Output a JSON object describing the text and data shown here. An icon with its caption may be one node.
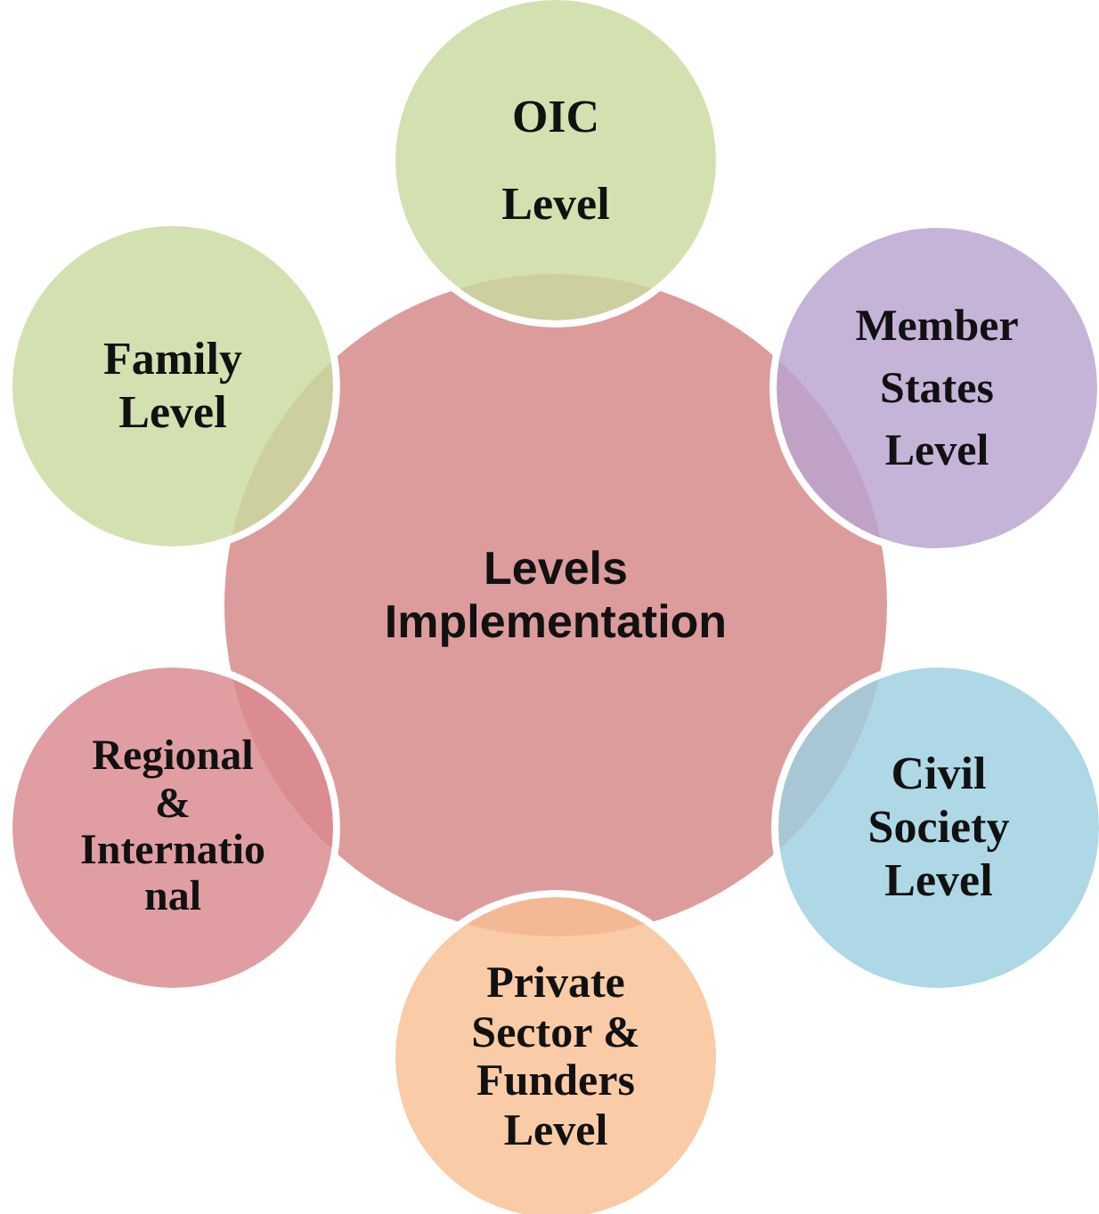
{
  "diagram": {
    "nodes": [
      {
        "text": [
          "OIC Level"
        ]
      },
      {
        "text": [
          "Family Level"
        ]
      },
      {
        "text": [
          "Member States Level"
        ]
      },
      {
        "text": [
          "Levels Implementation"
        ]
      },
      {
        "text": [
          "Regional & Internatio nal"
        ]
      },
      {
        "text": [
          "Civil Society Level"
        ]
      },
      {
        "text": [
          "Private Sector & Funders Level"
        ]
      }
    ]
  }
}
